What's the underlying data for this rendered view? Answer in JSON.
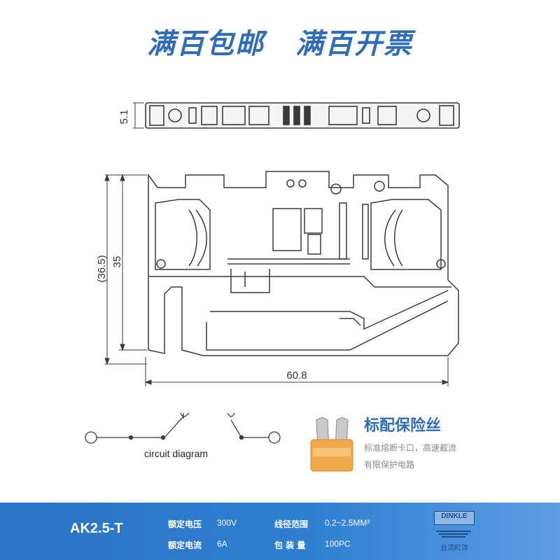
{
  "banner": {
    "left": "满百包邮",
    "right": "满百开票"
  },
  "dimensions": {
    "thickness": "5.1",
    "height_outer": "(36.5)",
    "height_inner": "35",
    "width": "60.8"
  },
  "circuit": {
    "label": "circuit diagram"
  },
  "fuse": {
    "title": "标配保险丝",
    "desc_line1": "标准熔断卡口，高速截流",
    "desc_line2": "有限保护电路"
  },
  "footer": {
    "model": "AK2.5-T",
    "voltage_label": "额定电压",
    "voltage_value": "300V",
    "current_label": "额定电流",
    "current_value": "6A",
    "wire_label": "线径范围",
    "wire_value": "0.2~2.5MM²",
    "pack_label": "包 装 量",
    "pack_value": "100PC"
  },
  "brand": {
    "name": "DINKLE",
    "cn": "台湾町洋"
  },
  "colors": {
    "accent": "#2f6db8",
    "footer": "#2b73c4",
    "fuse": "#f0a94a",
    "line": "#3a3a3a"
  }
}
